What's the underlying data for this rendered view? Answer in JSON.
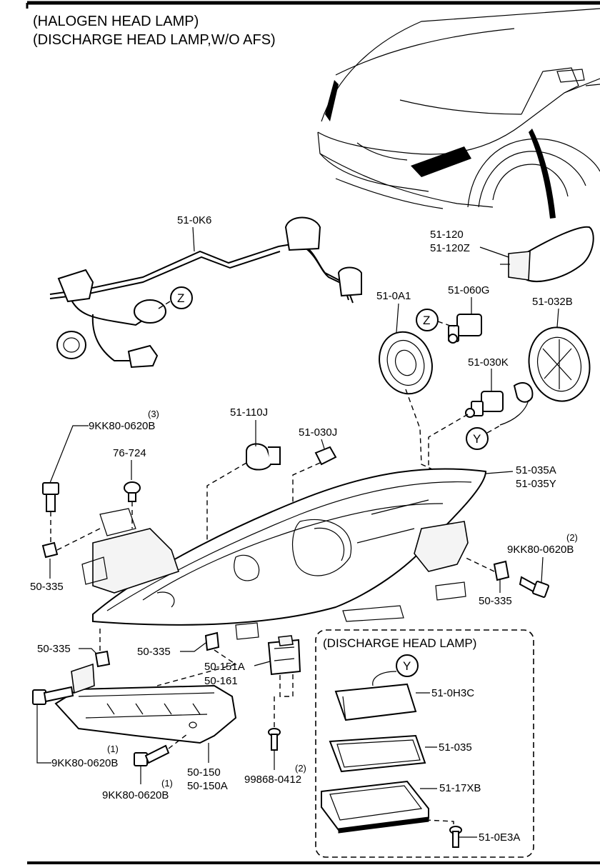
{
  "header": {
    "line1": "(HALOGEN HEAD LAMP)",
    "line2": "(DISCHARGE HEAD LAMP,W/O AFS)"
  },
  "callouts": {
    "z": "Z",
    "y": "Y"
  },
  "parts": {
    "harness": "51-0K6",
    "side_marker": "51-120",
    "side_marker_alt": "51-120Z",
    "socket_a1": "51-0A1",
    "bulb_060g": "51-060G",
    "cover_032b": "51-032B",
    "bulb_030k": "51-030K",
    "bulb_110j": "51-110J",
    "bulb_030j": "51-030J",
    "bolt_top_left": "9KK80-0620B",
    "bolt_top_left_qty": "(3)",
    "clip_76724": "76-724",
    "headlamp": "51-035A",
    "headlamp_alt": "51-035Y",
    "bolt_right": "9KK80-0620B",
    "bolt_right_qty": "(2)",
    "nut_left": "50-335",
    "nut_right": "50-335",
    "nut_bottom_left": "50-335",
    "nut_bottom_mid": "50-335",
    "bracket_151a": "50-151A",
    "bracket_161": "50-161",
    "bracket_150": "50-150",
    "bracket_150a": "50-150A",
    "bolt_bottom_left": "9KK80-0620B",
    "bolt_bottom_left_qty": "(1)",
    "bolt_bottom_mid": "9KK80-0620B",
    "bolt_bottom_mid_qty": "(1)",
    "screw_99868": "99868-0412",
    "screw_99868_qty": "(2)"
  },
  "discharge_box": {
    "title": "(DISCHARGE HEAD LAMP)",
    "igniter": "51-0H3C",
    "gasket": "51-035",
    "ballast": "51-17XB",
    "screw": "51-0E3A"
  }
}
